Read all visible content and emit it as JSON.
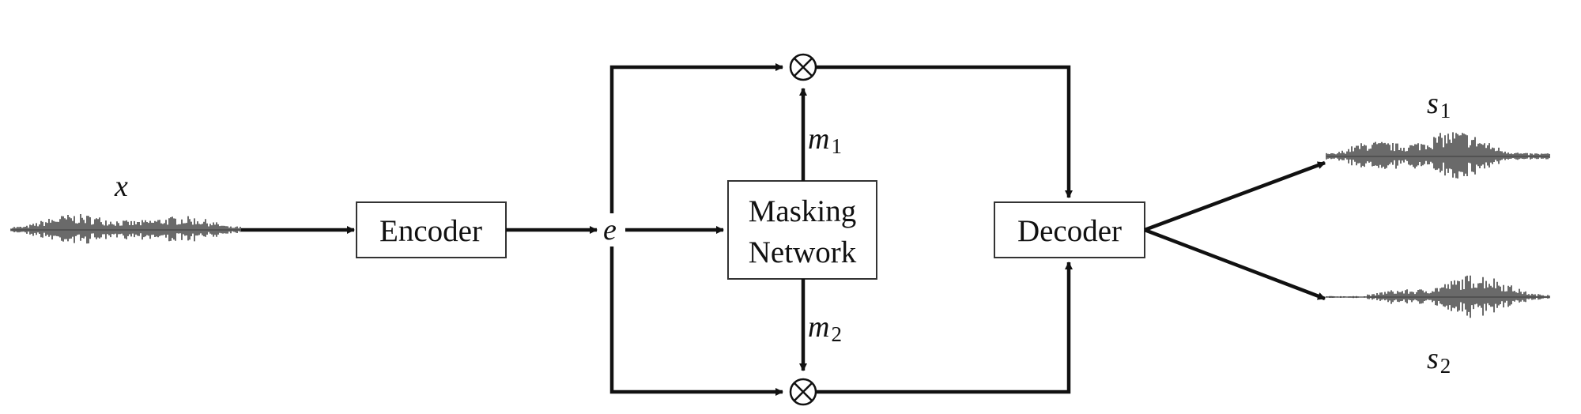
{
  "blocks": {
    "encoder": "Encoder",
    "masking_line1": "Masking",
    "masking_line2": "Network",
    "decoder": "Decoder"
  },
  "symbols": {
    "input": "x",
    "embedding": "e",
    "mask1": "m",
    "mask1_sub": "1",
    "mask2": "m",
    "mask2_sub": "2",
    "output1": "s",
    "output1_sub": "1",
    "output2": "s",
    "output2_sub": "2",
    "multiply": "⊗"
  }
}
